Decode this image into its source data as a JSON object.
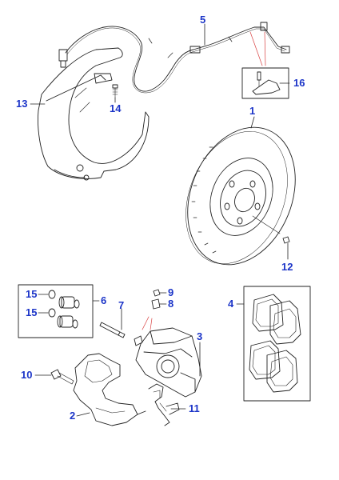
{
  "diagram": {
    "callouts": [
      {
        "id": "1",
        "label": "1"
      },
      {
        "id": "2",
        "label": "2"
      },
      {
        "id": "3",
        "label": "3"
      },
      {
        "id": "4",
        "label": "4"
      },
      {
        "id": "5",
        "label": "5"
      },
      {
        "id": "6",
        "label": "6"
      },
      {
        "id": "7",
        "label": "7"
      },
      {
        "id": "8",
        "label": "8"
      },
      {
        "id": "9",
        "label": "9"
      },
      {
        "id": "10",
        "label": "10"
      },
      {
        "id": "11",
        "label": "11"
      },
      {
        "id": "12",
        "label": "12"
      },
      {
        "id": "13",
        "label": "13"
      },
      {
        "id": "14",
        "label": "14"
      },
      {
        "id": "15a",
        "label": "15"
      },
      {
        "id": "15b",
        "label": "15"
      },
      {
        "id": "16",
        "label": "16"
      }
    ],
    "colors": {
      "callout": "#1c35c8",
      "linework": "#222222",
      "highlight": "#d84040"
    }
  }
}
